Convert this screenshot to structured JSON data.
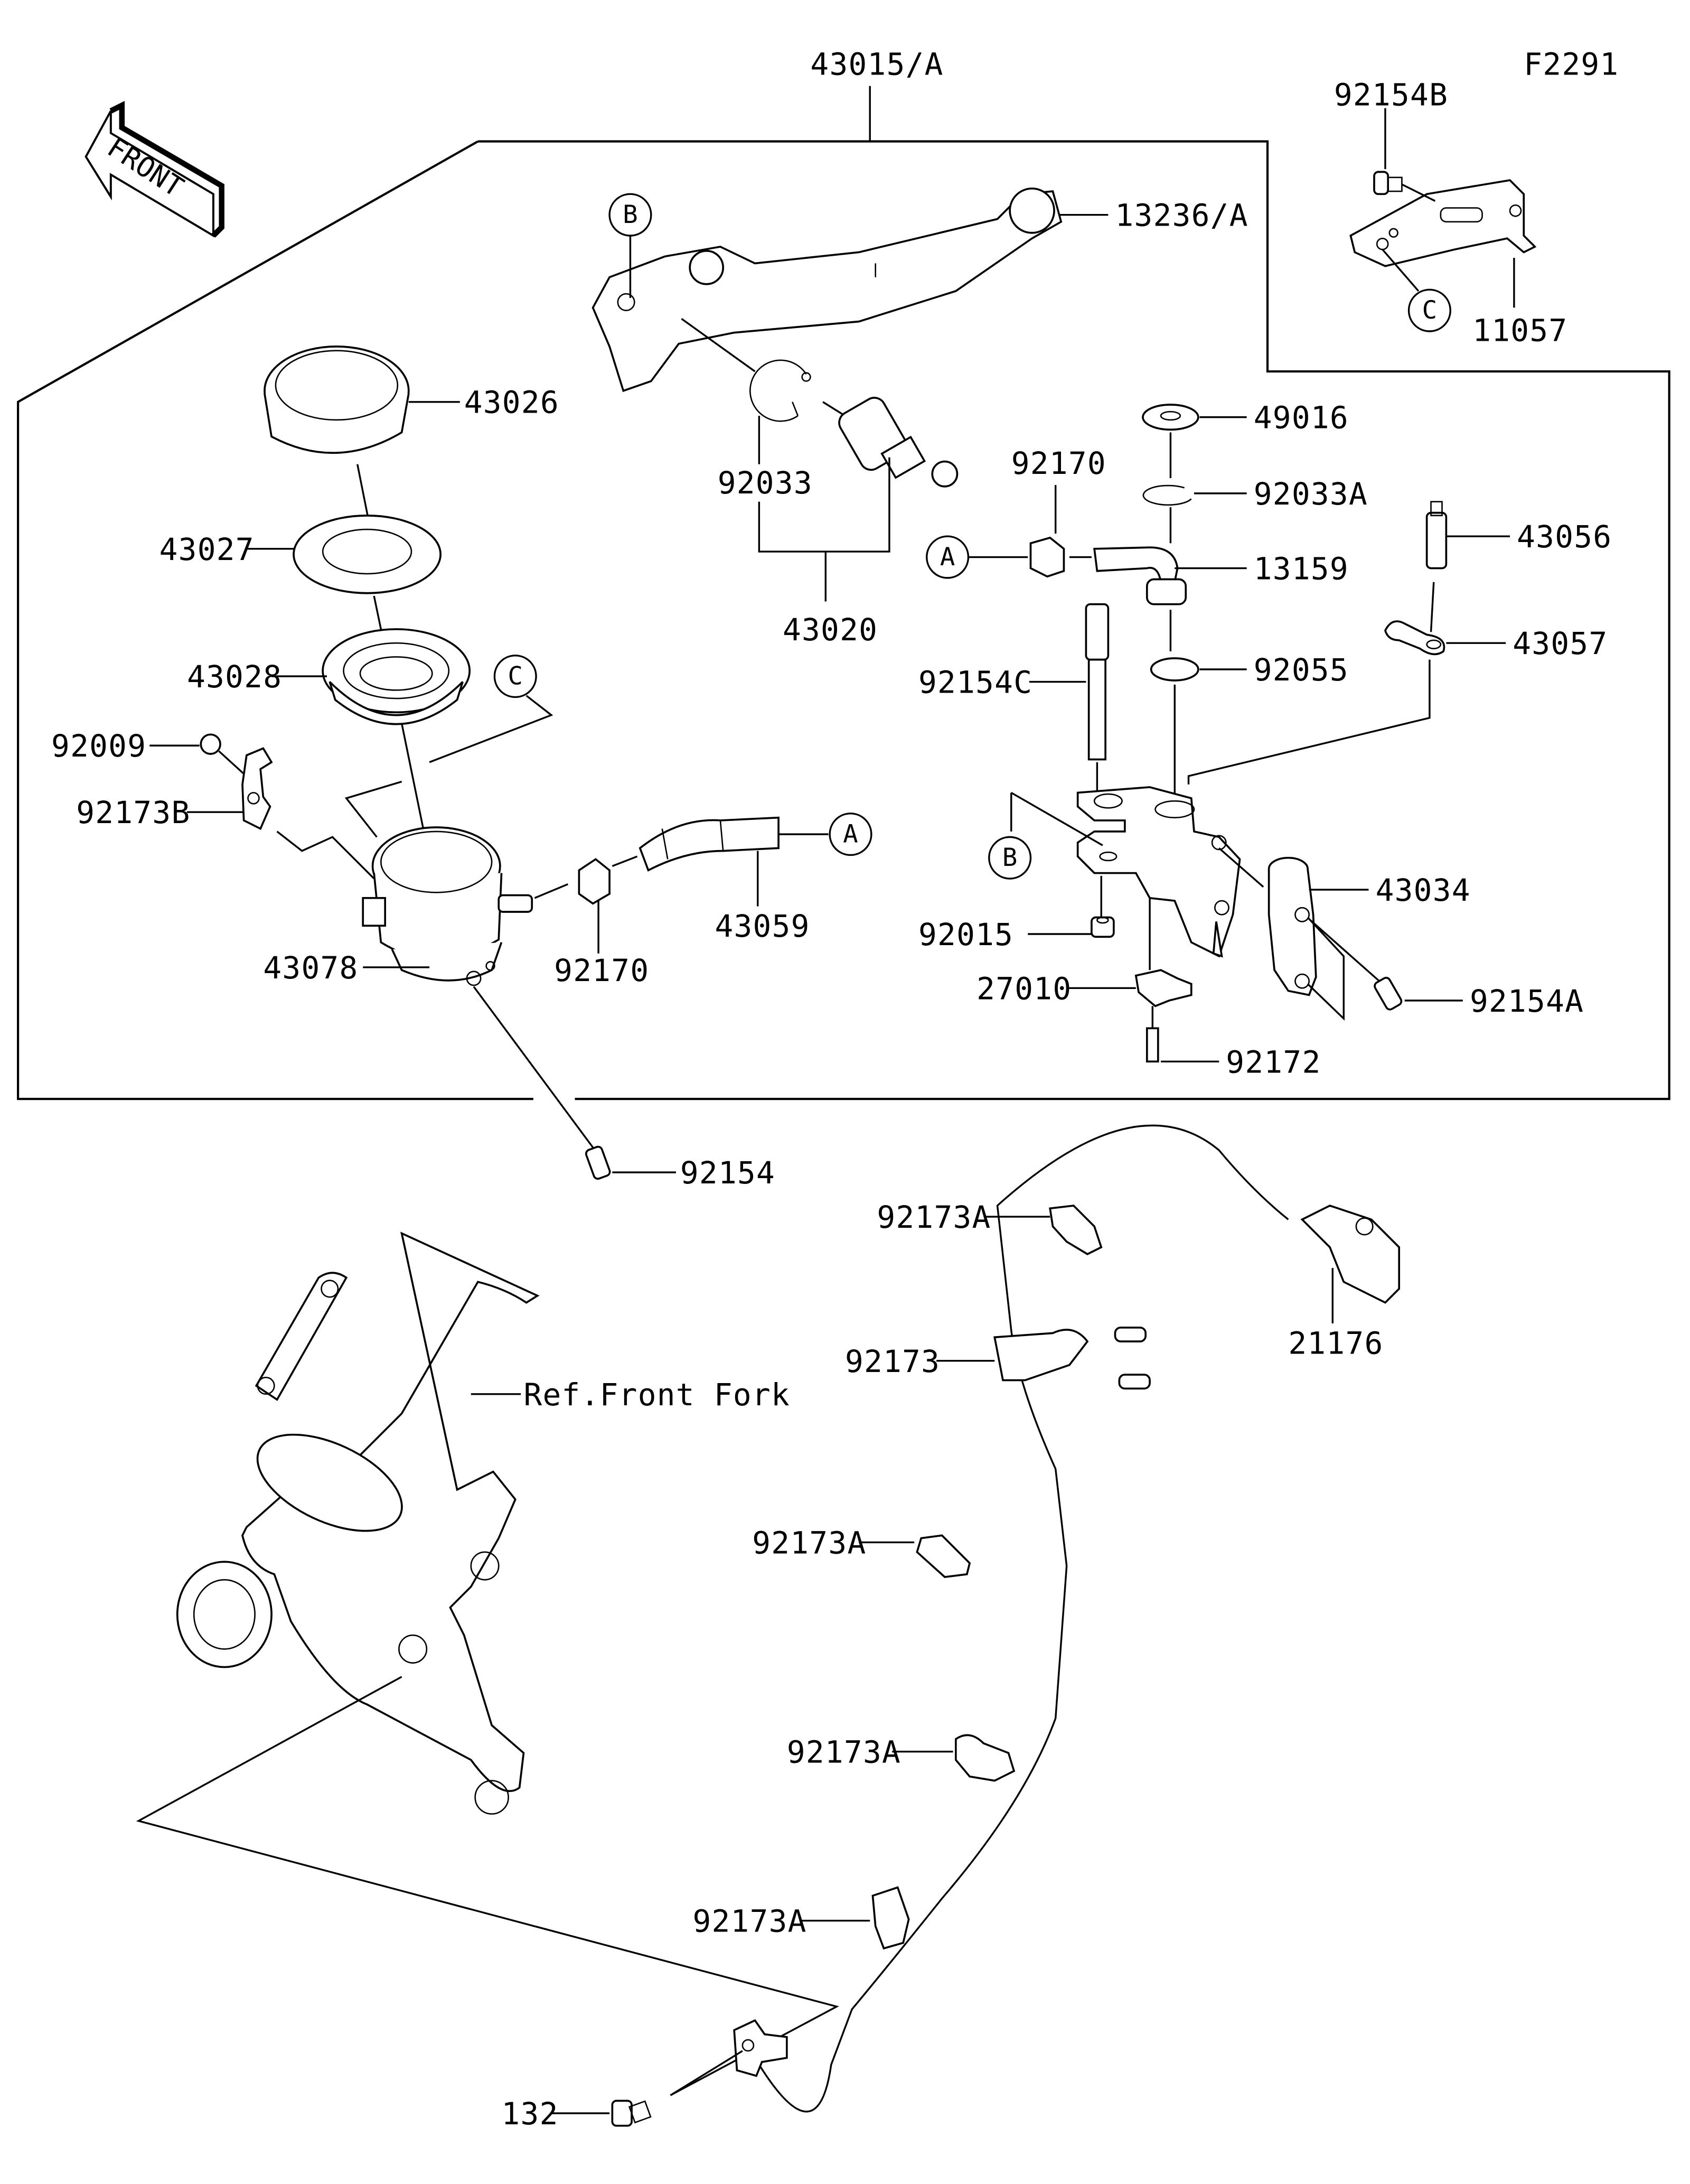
{
  "figure_id": "F2291",
  "front_indicator": "FRONT",
  "assembly_label": "43015/A",
  "labels": {
    "lever": "13236/A",
    "bolt_bracket": "92154B",
    "bracket": "11057",
    "cap": "43026",
    "diaphragm_plate": "43027",
    "diaphragm": "43028",
    "screw_clamp": "92009",
    "clamp_b": "92173B",
    "reservoir": "43078",
    "hose_clamp_res": "92170",
    "hose": "43059",
    "bolt_res": "92154",
    "circlip": "92033",
    "piston_kit": "43020",
    "hose_clamp_mc": "92170",
    "cap_49016": "49016",
    "circlip_a": "92033A",
    "fitting": "13159",
    "oring": "92055",
    "pivot_bolt": "92154C",
    "nut": "92015",
    "switch": "27010",
    "screw_switch": "92172",
    "bleeder": "43056",
    "bleeder_cap": "43057",
    "holder": "43034",
    "bolt_holder": "92154A",
    "clamp_a1": "92173A",
    "clamp": "92173",
    "clamp_a2": "92173A",
    "clamp_a3": "92173A",
    "clamp_a4": "92173A",
    "sensor": "21176",
    "bolt_sensor": "132",
    "front_fork": "Ref.Front Fork"
  },
  "callouts": {
    "a": "A",
    "b": "B",
    "c": "C"
  }
}
